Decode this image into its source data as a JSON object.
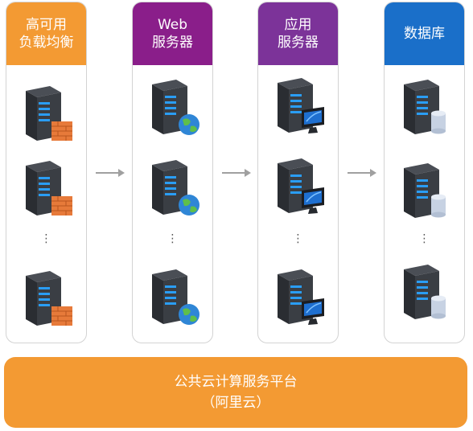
{
  "columns": [
    {
      "title": "高可用\n负载均衡",
      "color": "#f39a33",
      "accessory": "firewall-icon"
    },
    {
      "title": "Web\n服务器",
      "color": "#8a1e8a",
      "accessory": "globe-icon"
    },
    {
      "title": "应用\n服务器",
      "color": "#7c3399",
      "accessory": "monitor-icon"
    },
    {
      "title": "数据库",
      "color": "#1a6fc9",
      "accessory": "database-icon"
    }
  ],
  "ellipsis": "⋮",
  "platform": {
    "line1": "公共云计算服务平台",
    "line2": "（阿里云）",
    "color": "#f39a33"
  },
  "icons": {
    "server": "server-tower-icon",
    "arrow": "arrow-right-icon"
  }
}
